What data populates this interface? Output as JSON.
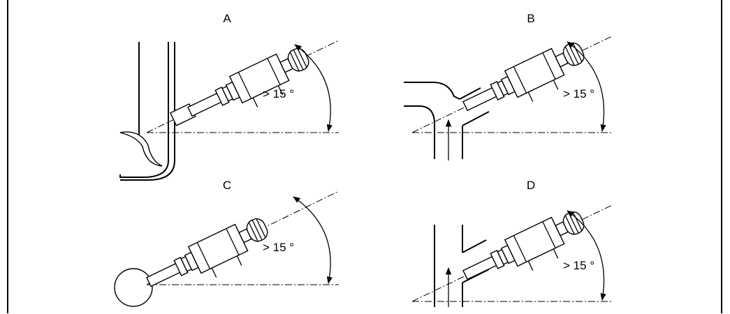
{
  "panels": [
    {
      "id": "A",
      "label": "A",
      "angle_text": "> 15 °"
    },
    {
      "id": "B",
      "label": "B",
      "angle_text": "> 15 °"
    },
    {
      "id": "C",
      "label": "C",
      "angle_text": "> 15 °"
    },
    {
      "id": "D",
      "label": "D",
      "angle_text": "> 15 °"
    }
  ]
}
